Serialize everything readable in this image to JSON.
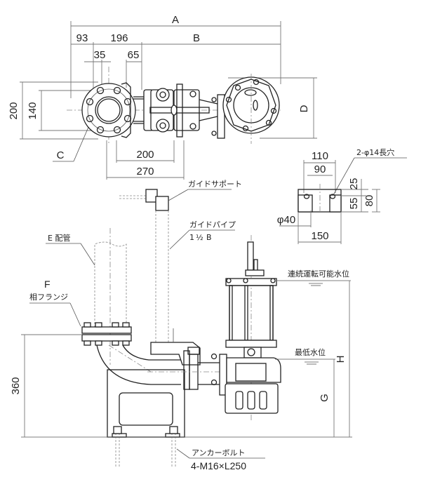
{
  "drawing": {
    "dimensions_top": {
      "overall": "A",
      "flange_offset": "93",
      "span_196": "196",
      "pump_side": "B",
      "offset_35": "35",
      "offset_65": "65",
      "flange_outer": "200",
      "bolt_circle": "140",
      "bottom_200": "200",
      "bottom_270": "270",
      "pump_dia": "D",
      "flange_callout": "C"
    },
    "guide_support_detail": {
      "width_110": "110",
      "pitch_90": "90",
      "slot_label": "2-φ14長穴",
      "height_25": "25",
      "height_55": "55",
      "height_80": "80",
      "pipe_dia": "φ40",
      "base_150": "150"
    },
    "elevation": {
      "guide_support_label": "ガイドサポート",
      "guide_pipe_label": "ガイドパイプ",
      "guide_pipe_size_whole": "1",
      "guide_pipe_size_frac": "½",
      "guide_pipe_size_unit": "B",
      "piping_label": "E  配管",
      "flange_letter": "F",
      "flange_label": "相フランジ",
      "continuous_level_label": "連続運転可能水位",
      "min_level_label": "最低水位",
      "height_H": "H",
      "height_G": "G",
      "height_360": "360",
      "anchor_label": "アンカーボルト",
      "anchor_spec": "4-M16×L250"
    }
  }
}
